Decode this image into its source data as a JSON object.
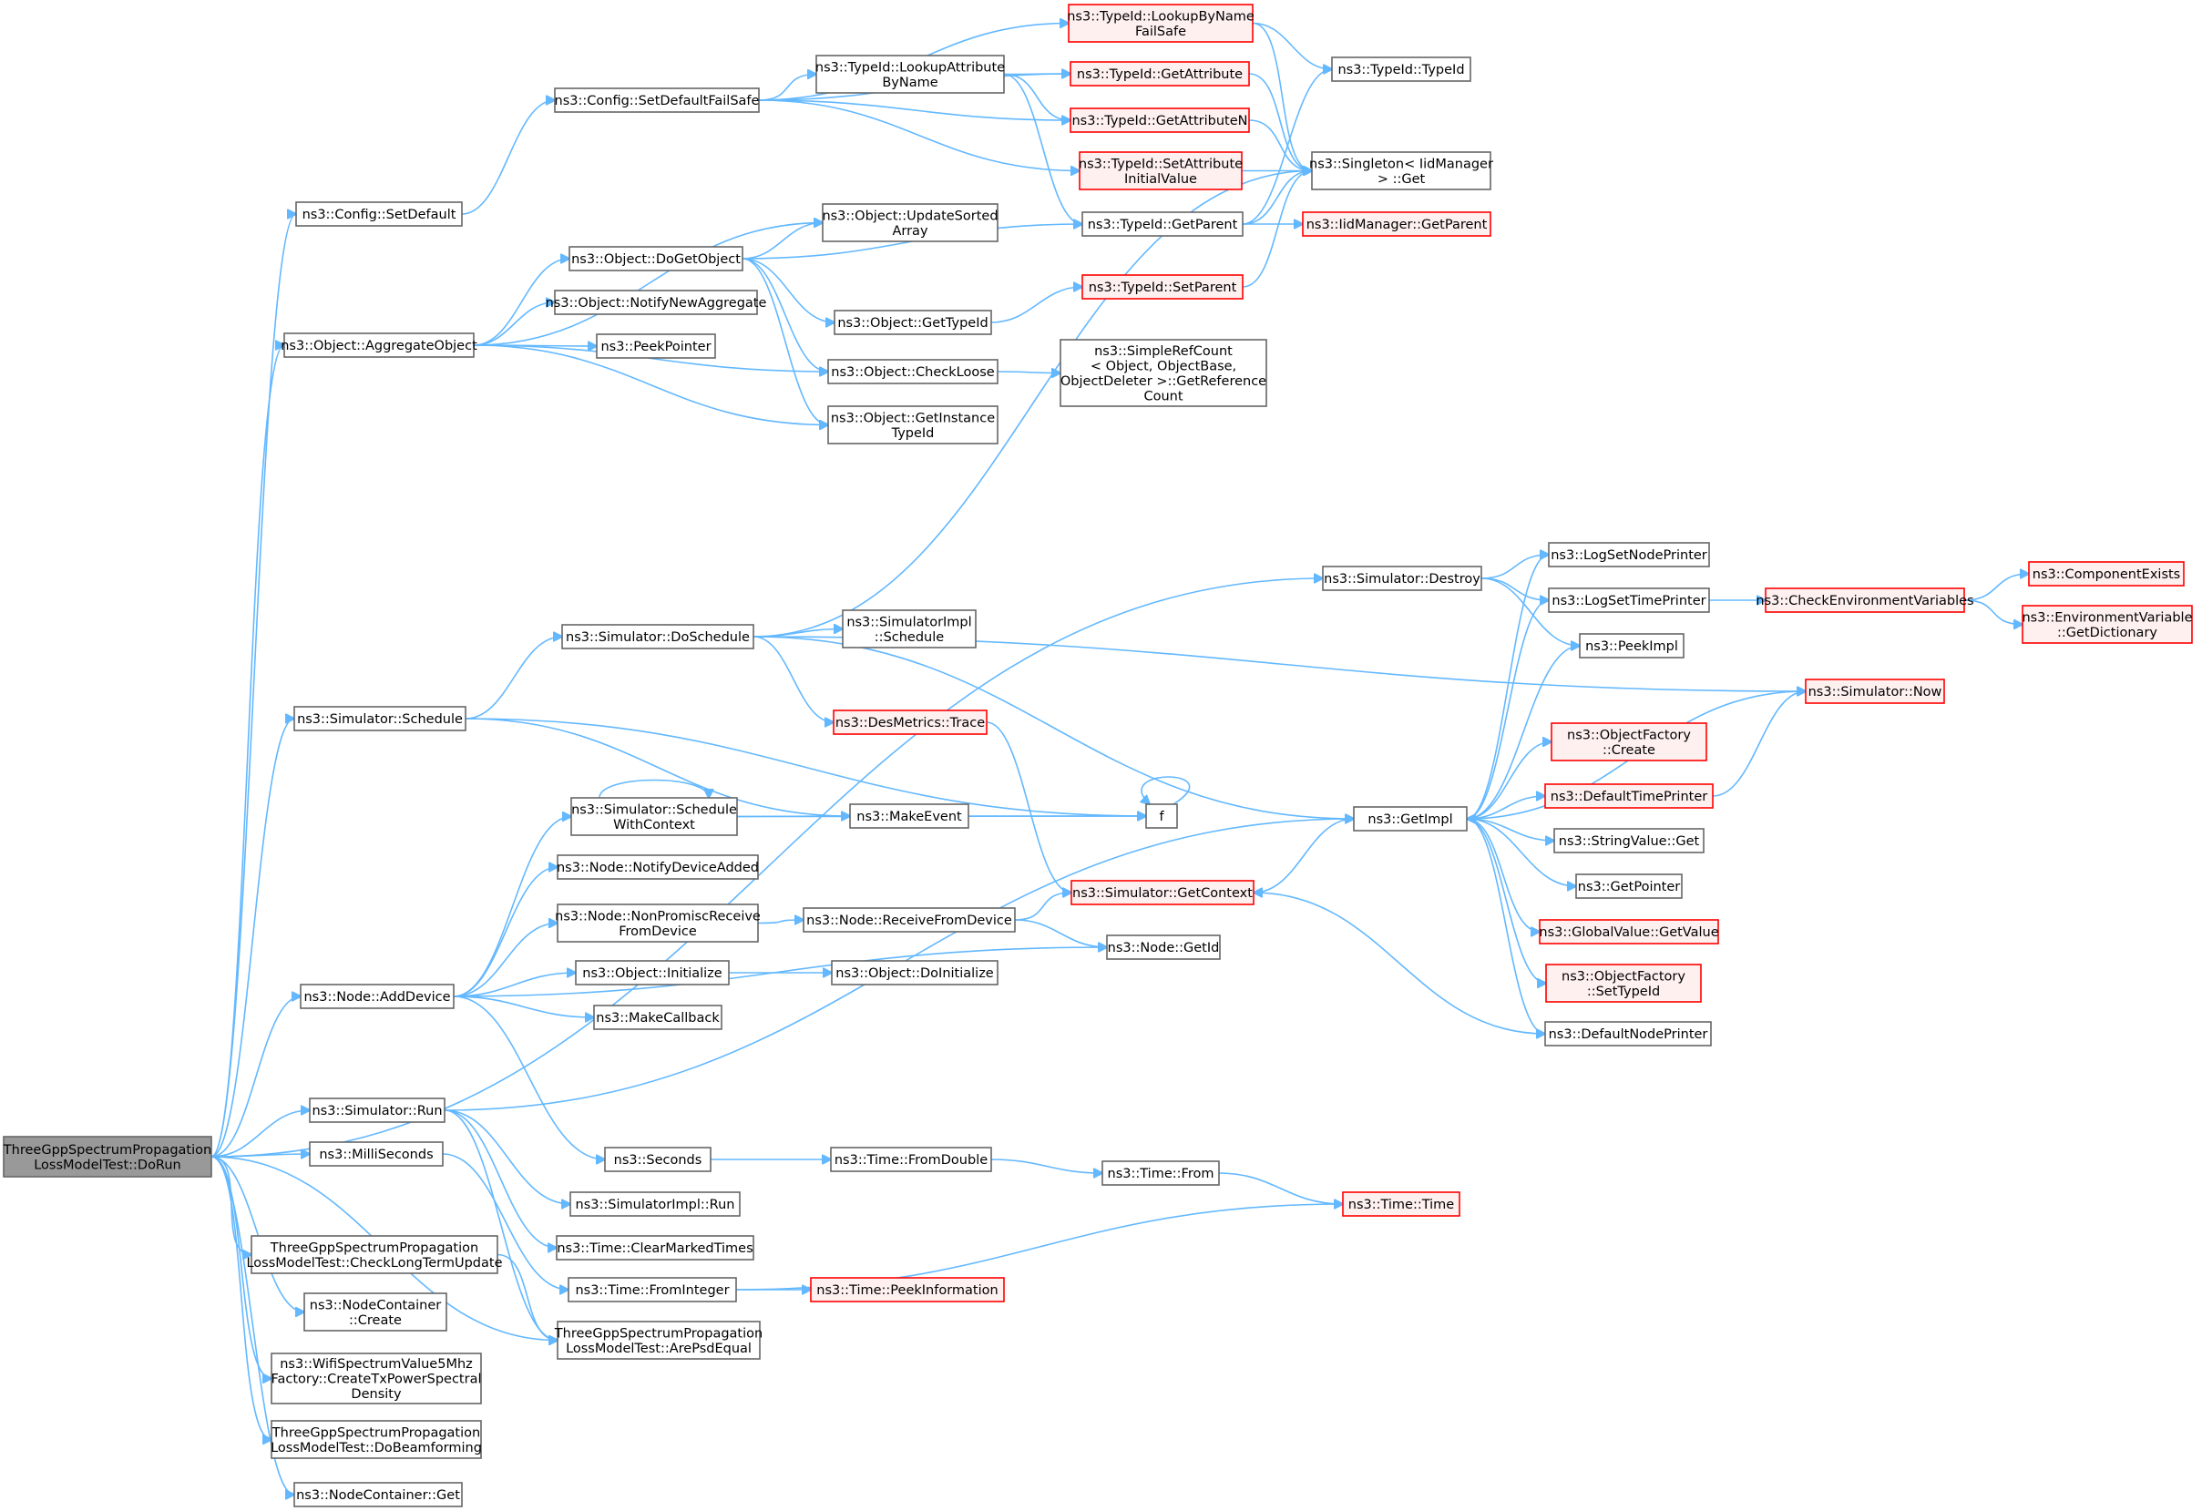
{
  "colors": {
    "edge": "#63b8ff",
    "normal_border": "#666666",
    "red_border": "#ff0000",
    "red_fill": "#fff0f0",
    "root_fill": "#999999"
  },
  "nodes": [
    {
      "id": "root",
      "lines": [
        "ThreeGppSpectrumPropagation",
        "LossModelTest::DoRun"
      ],
      "style": "root"
    },
    {
      "id": "cfgSetDefault",
      "lines": [
        "ns3::Config::SetDefault"
      ],
      "style": "normal"
    },
    {
      "id": "cfgSetDefaultFailSafe",
      "lines": [
        "ns3::Config::SetDefaultFailSafe"
      ],
      "style": "normal"
    },
    {
      "id": "lookupByNameFailSafe",
      "lines": [
        "ns3::TypeId::LookupByName",
        "FailSafe"
      ],
      "style": "red"
    },
    {
      "id": "lookupAttrByName",
      "lines": [
        "ns3::TypeId::LookupAttribute",
        "ByName"
      ],
      "style": "normal"
    },
    {
      "id": "getAttribute",
      "lines": [
        "ns3::TypeId::GetAttribute"
      ],
      "style": "red"
    },
    {
      "id": "getAttributeN",
      "lines": [
        "ns3::TypeId::GetAttributeN"
      ],
      "style": "red"
    },
    {
      "id": "setAttrInitial",
      "lines": [
        "ns3::TypeId::SetAttribute",
        "InitialValue"
      ],
      "style": "red"
    },
    {
      "id": "typeIdTypeId",
      "lines": [
        "ns3::TypeId::TypeId"
      ],
      "style": "normal"
    },
    {
      "id": "singletonGet",
      "lines": [
        "ns3::Singleton< IidManager",
        "> ::Get"
      ],
      "style": "normal"
    },
    {
      "id": "typeIdGetParent",
      "lines": [
        "ns3::TypeId::GetParent"
      ],
      "style": "normal"
    },
    {
      "id": "iidGetParent",
      "lines": [
        "ns3::IidManager::GetParent"
      ],
      "style": "red"
    },
    {
      "id": "typeIdSetParent",
      "lines": [
        "ns3::TypeId::SetParent"
      ],
      "style": "red"
    },
    {
      "id": "objUpdateSorted",
      "lines": [
        "ns3::Object::UpdateSorted",
        "Array"
      ],
      "style": "normal"
    },
    {
      "id": "objDoGetObject",
      "lines": [
        "ns3::Object::DoGetObject"
      ],
      "style": "normal"
    },
    {
      "id": "objNotifyNewAgg",
      "lines": [
        "ns3::Object::NotifyNewAggregate"
      ],
      "style": "normal"
    },
    {
      "id": "objAggregate",
      "lines": [
        "ns3::Object::AggregateObject"
      ],
      "style": "normal"
    },
    {
      "id": "peekPointer",
      "lines": [
        "ns3::PeekPointer"
      ],
      "style": "normal"
    },
    {
      "id": "objGetTypeId",
      "lines": [
        "ns3::Object::GetTypeId"
      ],
      "style": "normal"
    },
    {
      "id": "objCheckLoose",
      "lines": [
        "ns3::Object::CheckLoose"
      ],
      "style": "normal"
    },
    {
      "id": "objGetInstanceTypeId",
      "lines": [
        "ns3::Object::GetInstance",
        "TypeId"
      ],
      "style": "normal"
    },
    {
      "id": "simpleRefCount",
      "lines": [
        "ns3::SimpleRefCount",
        "< Object, ObjectBase,",
        "ObjectDeleter >::GetReference",
        "Count"
      ],
      "style": "normal"
    },
    {
      "id": "simDestroy",
      "lines": [
        "ns3::Simulator::Destroy"
      ],
      "style": "normal"
    },
    {
      "id": "logSetNodePrinter",
      "lines": [
        "ns3::LogSetNodePrinter"
      ],
      "style": "normal"
    },
    {
      "id": "logSetTimePrinter",
      "lines": [
        "ns3::LogSetTimePrinter"
      ],
      "style": "normal"
    },
    {
      "id": "checkEnvVars",
      "lines": [
        "ns3::CheckEnvironmentVariables"
      ],
      "style": "red"
    },
    {
      "id": "componentExists",
      "lines": [
        "ns3::ComponentExists"
      ],
      "style": "red"
    },
    {
      "id": "envVarGetDict",
      "lines": [
        "ns3::EnvironmentVariable",
        "::GetDictionary"
      ],
      "style": "red"
    },
    {
      "id": "peekImpl",
      "lines": [
        "ns3::PeekImpl"
      ],
      "style": "normal"
    },
    {
      "id": "simDoSchedule",
      "lines": [
        "ns3::Simulator::DoSchedule"
      ],
      "style": "normal"
    },
    {
      "id": "simImplSchedule",
      "lines": [
        "ns3::SimulatorImpl",
        "::Schedule"
      ],
      "style": "normal"
    },
    {
      "id": "simNow",
      "lines": [
        "ns3::Simulator::Now"
      ],
      "style": "red"
    },
    {
      "id": "desMetricsTrace",
      "lines": [
        "ns3::DesMetrics::Trace"
      ],
      "style": "red"
    },
    {
      "id": "simSchedule",
      "lines": [
        "ns3::Simulator::Schedule"
      ],
      "style": "normal"
    },
    {
      "id": "objFactoryCreate",
      "lines": [
        "ns3::ObjectFactory",
        "::Create"
      ],
      "style": "red"
    },
    {
      "id": "defaultTimePrinter",
      "lines": [
        "ns3::DefaultTimePrinter"
      ],
      "style": "red"
    },
    {
      "id": "simScheduleWithContext",
      "lines": [
        "ns3::Simulator::Schedule",
        "WithContext"
      ],
      "style": "normal"
    },
    {
      "id": "makeEvent",
      "lines": [
        "ns3::MakeEvent"
      ],
      "style": "normal"
    },
    {
      "id": "f",
      "lines": [
        "f"
      ],
      "style": "normal"
    },
    {
      "id": "getImpl",
      "lines": [
        "ns3::GetImpl"
      ],
      "style": "normal"
    },
    {
      "id": "stringValueGet",
      "lines": [
        "ns3::StringValue::Get"
      ],
      "style": "normal"
    },
    {
      "id": "getPointer",
      "lines": [
        "ns3::GetPointer"
      ],
      "style": "normal"
    },
    {
      "id": "nodeNotifyDeviceAdded",
      "lines": [
        "ns3::Node::NotifyDeviceAdded"
      ],
      "style": "normal"
    },
    {
      "id": "nodeNonPromisc",
      "lines": [
        "ns3::Node::NonPromiscReceive",
        "FromDevice"
      ],
      "style": "normal"
    },
    {
      "id": "nodeReceiveFromDevice",
      "lines": [
        "ns3::Node::ReceiveFromDevice"
      ],
      "style": "normal"
    },
    {
      "id": "simGetContext",
      "lines": [
        "ns3::Simulator::GetContext"
      ],
      "style": "red"
    },
    {
      "id": "globalValueGetValue",
      "lines": [
        "ns3::GlobalValue::GetValue"
      ],
      "style": "red"
    },
    {
      "id": "objInitialize",
      "lines": [
        "ns3::Object::Initialize"
      ],
      "style": "normal"
    },
    {
      "id": "objDoInitialize",
      "lines": [
        "ns3::Object::DoInitialize"
      ],
      "style": "normal"
    },
    {
      "id": "nodeGetId",
      "lines": [
        "ns3::Node::GetId"
      ],
      "style": "normal"
    },
    {
      "id": "objFactorySetTypeId",
      "lines": [
        "ns3::ObjectFactory",
        "::SetTypeId"
      ],
      "style": "red"
    },
    {
      "id": "nodeAddDevice",
      "lines": [
        "ns3::Node::AddDevice"
      ],
      "style": "normal"
    },
    {
      "id": "makeCallback",
      "lines": [
        "ns3::MakeCallback"
      ],
      "style": "normal"
    },
    {
      "id": "defaultNodePrinter",
      "lines": [
        "ns3::DefaultNodePrinter"
      ],
      "style": "normal"
    },
    {
      "id": "simRun",
      "lines": [
        "ns3::Simulator::Run"
      ],
      "style": "normal"
    },
    {
      "id": "milliSeconds",
      "lines": [
        "ns3::MilliSeconds"
      ],
      "style": "normal"
    },
    {
      "id": "seconds",
      "lines": [
        "ns3::Seconds"
      ],
      "style": "normal"
    },
    {
      "id": "timeFromDouble",
      "lines": [
        "ns3::Time::FromDouble"
      ],
      "style": "normal"
    },
    {
      "id": "timeFrom",
      "lines": [
        "ns3::Time::From"
      ],
      "style": "normal"
    },
    {
      "id": "timeTime",
      "lines": [
        "ns3::Time::Time"
      ],
      "style": "red"
    },
    {
      "id": "simImplRun",
      "lines": [
        "ns3::SimulatorImpl::Run"
      ],
      "style": "normal"
    },
    {
      "id": "checkLongTerm",
      "lines": [
        "ThreeGppSpectrumPropagation",
        "LossModelTest::CheckLongTermUpdate"
      ],
      "style": "normal"
    },
    {
      "id": "timeClearMarked",
      "lines": [
        "ns3::Time::ClearMarkedTimes"
      ],
      "style": "normal"
    },
    {
      "id": "timeFromInteger",
      "lines": [
        "ns3::Time::FromInteger"
      ],
      "style": "normal"
    },
    {
      "id": "timePeekInfo",
      "lines": [
        "ns3::Time::PeekInformation"
      ],
      "style": "red"
    },
    {
      "id": "nodeContainerCreate",
      "lines": [
        "ns3::NodeContainer",
        "::Create"
      ],
      "style": "normal"
    },
    {
      "id": "arePsdEqual",
      "lines": [
        "ThreeGppSpectrumPropagation",
        "LossModelTest::ArePsdEqual"
      ],
      "style": "normal"
    },
    {
      "id": "wifiSpectrum",
      "lines": [
        "ns3::WifiSpectrumValue5Mhz",
        "Factory::CreateTxPowerSpectral",
        "Density"
      ],
      "style": "normal"
    },
    {
      "id": "doBeamforming",
      "lines": [
        "ThreeGppSpectrumPropagation",
        "LossModelTest::DoBeamforming"
      ],
      "style": "normal"
    },
    {
      "id": "nodeContainerGet",
      "lines": [
        "ns3::NodeContainer::Get"
      ],
      "style": "normal"
    }
  ],
  "edges": [
    [
      "root",
      "cfgSetDefault"
    ],
    [
      "root",
      "objAggregate"
    ],
    [
      "root",
      "simDestroy"
    ],
    [
      "root",
      "simSchedule"
    ],
    [
      "root",
      "nodeAddDevice"
    ],
    [
      "root",
      "simRun"
    ],
    [
      "root",
      "milliSeconds"
    ],
    [
      "root",
      "checkLongTerm"
    ],
    [
      "root",
      "nodeContainerCreate"
    ],
    [
      "root",
      "arePsdEqual"
    ],
    [
      "root",
      "wifiSpectrum"
    ],
    [
      "root",
      "doBeamforming"
    ],
    [
      "root",
      "nodeContainerGet"
    ],
    [
      "cfgSetDefault",
      "cfgSetDefaultFailSafe"
    ],
    [
      "cfgSetDefaultFailSafe",
      "lookupByNameFailSafe"
    ],
    [
      "cfgSetDefaultFailSafe",
      "getAttribute"
    ],
    [
      "cfgSetDefaultFailSafe",
      "lookupAttrByName"
    ],
    [
      "cfgSetDefaultFailSafe",
      "getAttributeN"
    ],
    [
      "cfgSetDefaultFailSafe",
      "setAttrInitial"
    ],
    [
      "lookupByNameFailSafe",
      "typeIdTypeId"
    ],
    [
      "lookupByNameFailSafe",
      "singletonGet"
    ],
    [
      "lookupAttrByName",
      "getAttribute"
    ],
    [
      "lookupAttrByName",
      "getAttributeN"
    ],
    [
      "lookupAttrByName",
      "typeIdGetParent"
    ],
    [
      "getAttribute",
      "singletonGet"
    ],
    [
      "getAttributeN",
      "singletonGet"
    ],
    [
      "setAttrInitial",
      "singletonGet"
    ],
    [
      "typeIdGetParent",
      "typeIdTypeId"
    ],
    [
      "typeIdGetParent",
      "singletonGet"
    ],
    [
      "typeIdGetParent",
      "iidGetParent"
    ],
    [
      "typeIdSetParent",
      "singletonGet"
    ],
    [
      "objAggregate",
      "objUpdateSorted"
    ],
    [
      "objAggregate",
      "objDoGetObject"
    ],
    [
      "objAggregate",
      "objNotifyNewAgg"
    ],
    [
      "objAggregate",
      "peekPointer"
    ],
    [
      "objAggregate",
      "objCheckLoose"
    ],
    [
      "objAggregate",
      "objGetInstanceTypeId"
    ],
    [
      "objDoGetObject",
      "objUpdateSorted"
    ],
    [
      "objDoGetObject",
      "typeIdGetParent"
    ],
    [
      "objDoGetObject",
      "objGetTypeId"
    ],
    [
      "objDoGetObject",
      "objCheckLoose"
    ],
    [
      "objDoGetObject",
      "objGetInstanceTypeId"
    ],
    [
      "objGetTypeId",
      "typeIdSetParent"
    ],
    [
      "objCheckLoose",
      "simpleRefCount"
    ],
    [
      "simDestroy",
      "logSetNodePrinter"
    ],
    [
      "simDestroy",
      "logSetTimePrinter"
    ],
    [
      "simDestroy",
      "peekImpl"
    ],
    [
      "logSetTimePrinter",
      "checkEnvVars"
    ],
    [
      "checkEnvVars",
      "componentExists"
    ],
    [
      "checkEnvVars",
      "envVarGetDict"
    ],
    [
      "simSchedule",
      "simDoSchedule"
    ],
    [
      "simSchedule",
      "makeEvent"
    ],
    [
      "simSchedule",
      "f"
    ],
    [
      "simDoSchedule",
      "singletonGet"
    ],
    [
      "simDoSchedule",
      "simImplSchedule"
    ],
    [
      "simDoSchedule",
      "simNow"
    ],
    [
      "simDoSchedule",
      "getImpl"
    ],
    [
      "simDoSchedule",
      "desMetricsTrace"
    ],
    [
      "desMetricsTrace",
      "simGetContext"
    ],
    [
      "simScheduleWithContext",
      "simScheduleWithContext"
    ],
    [
      "simScheduleWithContext",
      "makeEvent"
    ],
    [
      "simScheduleWithContext",
      "f"
    ],
    [
      "makeEvent",
      "f"
    ],
    [
      "f",
      "f"
    ],
    [
      "getImpl",
      "logSetNodePrinter"
    ],
    [
      "getImpl",
      "logSetTimePrinter"
    ],
    [
      "getImpl",
      "peekImpl"
    ],
    [
      "getImpl",
      "objFactoryCreate"
    ],
    [
      "getImpl",
      "defaultTimePrinter"
    ],
    [
      "getImpl",
      "stringValueGet"
    ],
    [
      "getImpl",
      "getPointer"
    ],
    [
      "getImpl",
      "globalValueGetValue"
    ],
    [
      "getImpl",
      "objFactorySetTypeId"
    ],
    [
      "getImpl",
      "defaultNodePrinter"
    ],
    [
      "simNow",
      "getImpl"
    ],
    [
      "defaultTimePrinter",
      "simNow"
    ],
    [
      "simGetContext",
      "getImpl"
    ],
    [
      "defaultNodePrinter",
      "simGetContext"
    ],
    [
      "nodeAddDevice",
      "simScheduleWithContext"
    ],
    [
      "nodeAddDevice",
      "nodeNotifyDeviceAdded"
    ],
    [
      "nodeAddDevice",
      "nodeNonPromisc"
    ],
    [
      "nodeAddDevice",
      "objInitialize"
    ],
    [
      "nodeAddDevice",
      "makeCallback"
    ],
    [
      "nodeAddDevice",
      "nodeGetId"
    ],
    [
      "nodeAddDevice",
      "seconds"
    ],
    [
      "nodeNonPromisc",
      "nodeReceiveFromDevice"
    ],
    [
      "nodeReceiveFromDevice",
      "simGetContext"
    ],
    [
      "nodeReceiveFromDevice",
      "nodeGetId"
    ],
    [
      "objInitialize",
      "objDoInitialize"
    ],
    [
      "simRun",
      "getImpl"
    ],
    [
      "simRun",
      "simImplRun"
    ],
    [
      "simRun",
      "timeClearMarked"
    ],
    [
      "simRun",
      "arePsdEqual"
    ],
    [
      "milliSeconds",
      "timeFromInteger"
    ],
    [
      "seconds",
      "timeFromDouble"
    ],
    [
      "timeFromDouble",
      "timeFrom"
    ],
    [
      "timeFrom",
      "timeTime"
    ],
    [
      "timeFromInteger",
      "timeTime"
    ],
    [
      "timeFromInteger",
      "timePeekInfo"
    ],
    [
      "checkLongTerm",
      "arePsdEqual"
    ]
  ]
}
